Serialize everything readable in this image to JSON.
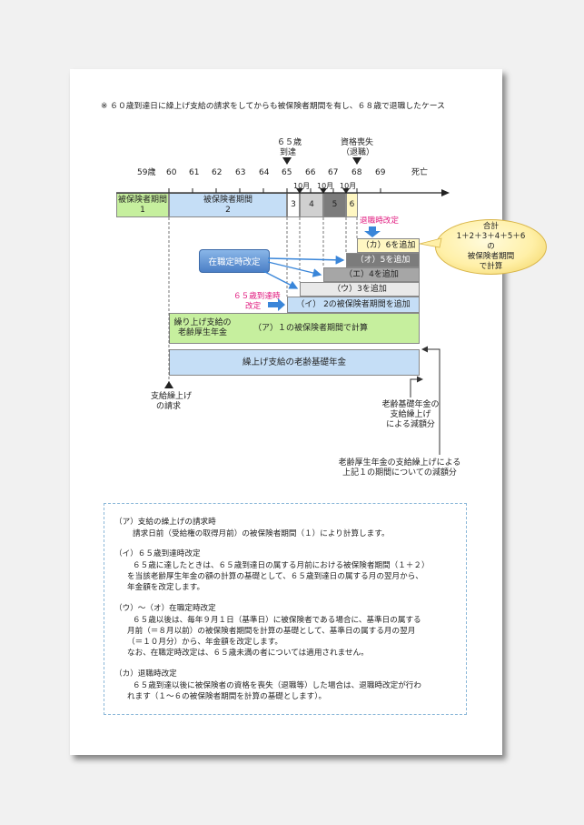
{
  "header": {
    "text": "※ ６０歳到達日に繰上げ支給の請求をしてからも被保険者期間を有し、６８歳で退職したケース"
  },
  "timeline": {
    "ages": [
      "59歳",
      "60",
      "61",
      "62",
      "63",
      "64",
      "65",
      "66",
      "67",
      "68",
      "69"
    ],
    "death_label": "死亡",
    "age65_marker": [
      "６５歳",
      "到達"
    ],
    "loss_marker": [
      "資格喪失",
      "（退職）"
    ],
    "october_labels": [
      "10月",
      "10月",
      "10月"
    ]
  },
  "periods": {
    "p1": [
      "被保険者期間",
      "1"
    ],
    "p2": [
      "被保険者期間",
      "2"
    ],
    "p3": "3",
    "p4": "4",
    "p5": "5",
    "p6": "6"
  },
  "bars": {
    "ka": "（カ）6を追加",
    "o": "（オ）5を追加",
    "e": "（エ）4を追加",
    "u": "（ウ）3を追加",
    "i": "（イ） 2の被保険者期間を追加",
    "a_label": [
      "繰り上げ支給の",
      "老齢厚生年金"
    ],
    "a_text": "（ア）１の被保険者期間で計算",
    "kiso": "繰上げ支給の老齢基礎年金"
  },
  "labels": {
    "retire_revision": "退職時改定",
    "inservice_revision": "在職定時改定",
    "age65_revision": [
      "６５歳到達時",
      "改定"
    ],
    "claim": [
      "支給繰上げ",
      "の請求"
    ],
    "kiso_reduction": [
      "老齢基礎年金の",
      "支給繰上げ",
      "による減額分"
    ],
    "kosei_reduction": [
      "老齢厚生年金の支給繰上げによる",
      "上記１の期間についての減額分"
    ]
  },
  "callout": [
    "合計",
    "1＋2＋3＋4＋5＋6",
    "の",
    "被保険者期間",
    "で計算"
  ],
  "notes": [
    {
      "title": "（ア）支給の繰上げの請求時",
      "lines": [
        "請求日前（受給権の取得月前）の被保険者期間（１）により計算します。"
      ]
    },
    {
      "title": "（イ）６５歳到達時改定",
      "lines": [
        "６５歳に達したときは、６５歳到達日の属する月前における被保険者期間（１＋２）",
        "を当該老齢厚生年金の額の計算の基礎として、６５歳到達日の属する月の翌月から、",
        "年金額を改定します。"
      ]
    },
    {
      "title": "（ウ）～（オ）在職定時改定",
      "lines": [
        "６５歳以後は、毎年９月１日（基準日）に被保険者である場合に、基準日の属する",
        "月前（＝８月以前）の被保険者期間を計算の基礎として、基準日の属する月の翌月",
        "（＝１０月分）から、年金額を改定します。",
        "なお、在職定時改定は、６５歳未満の者については適用されません。"
      ]
    },
    {
      "title": "（カ）退職時改定",
      "lines": [
        "６５歳到達以後に被保険者の資格を喪失（退職等）した場合は、退職時改定が行わ",
        "れます（１～６の被保険者期間を計算の基礎とします）。"
      ]
    }
  ],
  "colors": {
    "green": "#c6ef9e",
    "blue": "#c5def6",
    "dark_gray": "#7c7c7c",
    "mid_gray": "#a6a6a6",
    "magenta": "#e0157c"
  }
}
